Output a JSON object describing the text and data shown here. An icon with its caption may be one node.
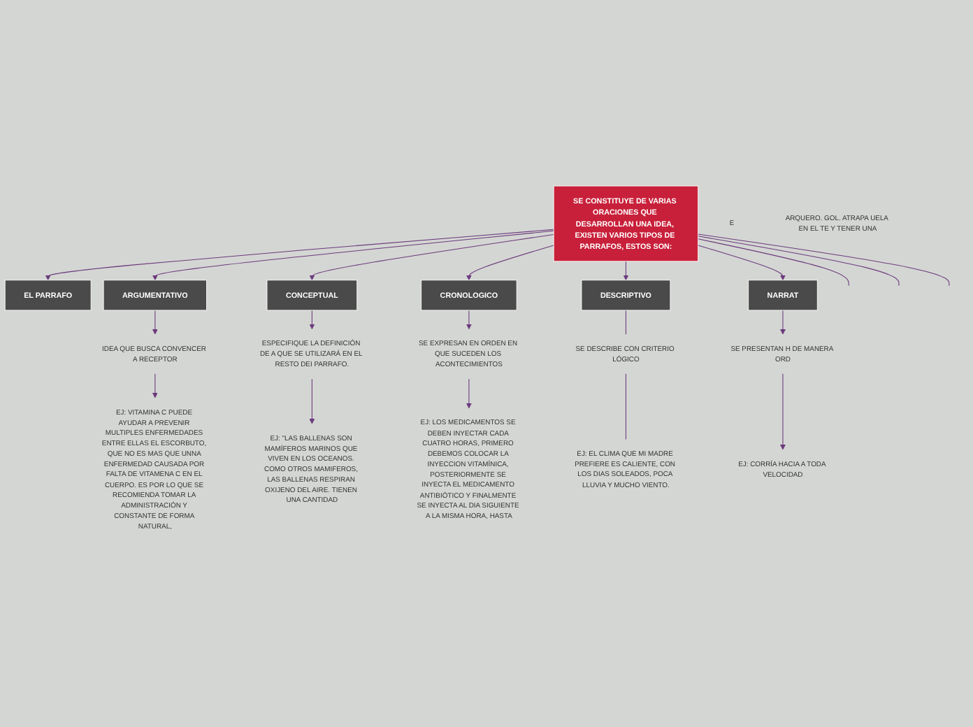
{
  "diagram": {
    "nodes": [
      {
        "text": [
          "EL PARRAFO"
        ]
      },
      {
        "text": [
          "SE CONSTITUYE DE VARIAS ORACIONES QUE DESARROLLAN UNA IDEA, EXISTEN VARIOS TIPOS DE PARRAFOS, ESTOS SON:"
        ]
      },
      {
        "text": [
          "ARGUMENTATIVO"
        ]
      },
      {
        "text": [
          "IDEA QUE BUSCA CONVENCER A RECEPTOR"
        ]
      },
      {
        "text": [
          "EJ: VITAMINA C PUEDE AYUDAR A PREVENIR MULTIPLES ENFERMEDADES ENTRE ELLAS EL ESCORBUTO, QUE NO ES MAS QUE UNNA ENFERMEDAD CAUSADA POR FALTA DE VITAMENA C EN EL CUERPO. ES POR LO QUE SE RECOMIENDA TOMAR LA ADMINISTRACIÓN Y CONSTANTE DE FORMA NATURAL,"
        ]
      },
      {
        "text": [
          "CONCEPTUAL"
        ]
      },
      {
        "text": [
          "ESPECIFIQUE LA DEFINICIÓN DE A QUE SE UTILIZARÁ EN EL RESTO DEI PARRAFO."
        ]
      },
      {
        "text": [
          "EJ: \"LAS BALLENAS SON MAMÍFEROS MARINOS QUE VIVEN EN LOS OCEANOS. COMO OTROS MAMIFEROS, LAS BALLENAS RESPIRAN OXIJENO DEL AIRE. TIENEN UNA CANTIDAD"
        ]
      },
      {
        "text": [
          "CRONOLOGICO"
        ]
      },
      {
        "text": [
          "SE EXPRESAN EN ORDEN EN QUE SUCEDEN LOS ACONTECIMIENTOS"
        ]
      },
      {
        "text": [
          "EJ: LOS MEDICAMENTOS SE DEBEN INYECTAR CADA CUATRO HORAS, PRIMERO DEBEMOS COLOCAR LA INYECCION VITAMÍNICA, POSTERIORMENTE SE INYECTA EL MEDICAMENTO ANTIBIÓTICO Y FINALMENTE SE INYECTA AL DIA SIGUIENTE A LA MISMA HORA, HASTA"
        ]
      },
      {
        "text": [
          "DESCRIPTIVO"
        ]
      },
      {
        "text": [
          "SE DESCRIBE CON CRITERIO LÓGICO"
        ]
      },
      {
        "text": [
          "EJ: EL CLIMA QUE MI MADRE PREFIERE ES CALIENTE, CON LOS DIAS SOLEADOS, POCA LLUVIA Y MUCHO VIENTO."
        ]
      },
      {
        "text": [
          "NARRAT"
        ]
      },
      {
        "text": [
          "SE PRESENTAN H DE MANERA ORD"
        ]
      },
      {
        "text": [
          "EJ: CORRÍA HACIA A TODA VELOCIDAD"
        ]
      },
      {
        "text": [
          "E"
        ]
      },
      {
        "text": [
          "ARQUERO. GOL. ATRAPA UELA EN EL TE Y TENER UNA"
        ]
      }
    ],
    "edges": [
      {
        "from": 1,
        "to": 0,
        "arrow": "to"
      },
      {
        "from": 1,
        "to": null,
        "arrow": "none"
      },
      {
        "from": 1,
        "to": null,
        "arrow": "none"
      },
      {
        "from": 1,
        "to": 2,
        "arrow": "to"
      },
      {
        "from": 1,
        "to": 5,
        "arrow": "to"
      },
      {
        "from": 1,
        "to": 8,
        "arrow": "to"
      },
      {
        "from": 1,
        "to": 11,
        "arrow": "to"
      },
      {
        "from": 1,
        "to": 14,
        "arrow": "to"
      },
      {
        "from": 1,
        "to": null,
        "arrow": "none"
      },
      {
        "from": 2,
        "to": 3,
        "arrow": "to"
      },
      {
        "from": 3,
        "to": 4,
        "arrow": "to"
      },
      {
        "from": 5,
        "to": 6,
        "arrow": "to"
      },
      {
        "from": 6,
        "to": 7,
        "arrow": "to"
      },
      {
        "from": 8,
        "to": 9,
        "arrow": "to"
      },
      {
        "from": 9,
        "to": 10,
        "arrow": "to"
      },
      {
        "from": 11,
        "to": 12,
        "arrow": "none"
      },
      {
        "from": 12,
        "to": 13,
        "arrow": "none"
      },
      {
        "from": 14,
        "to": 15,
        "arrow": "to"
      },
      {
        "from": 15,
        "to": 16,
        "arrow": "to"
      }
    ]
  }
}
